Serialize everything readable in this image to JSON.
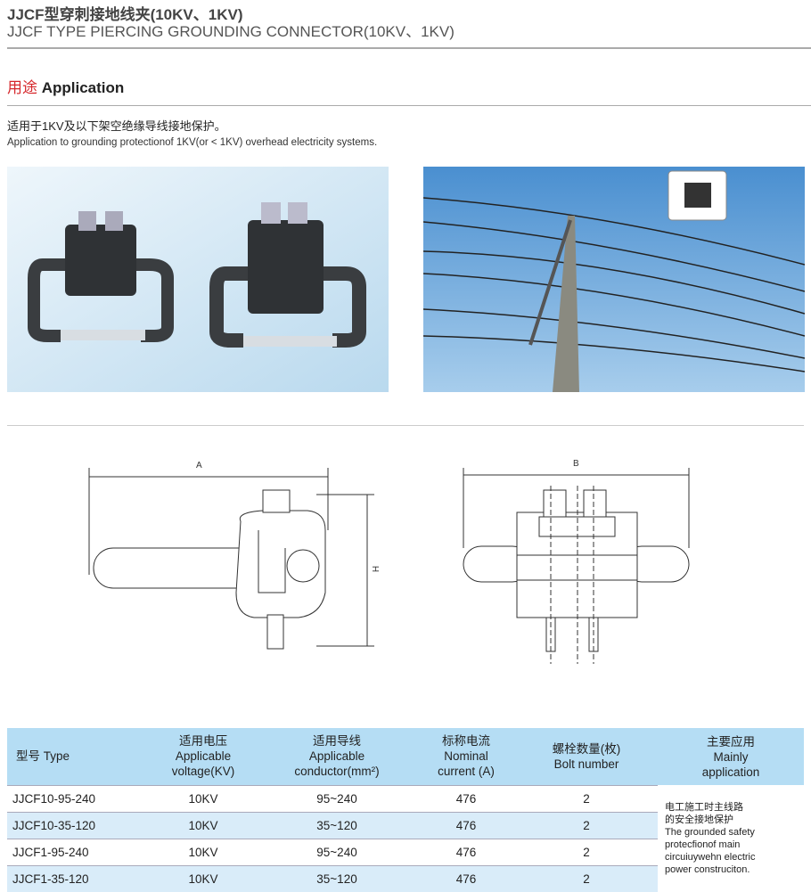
{
  "title": {
    "cn": "JJCF型穿刺接地线夹(10KV、1KV)",
    "en": "JJCF TYPE PIERCING GROUNDING CONNECTOR(10KV、1KV)"
  },
  "section": {
    "cn": "用途",
    "en": "Application"
  },
  "desc": {
    "cn": "适用于1KV及以下架空绝缘导线接地保护。",
    "en": "Application to grounding protectionof 1KV(or < 1KV) overhead electricity systems."
  },
  "diagram": {
    "dim_a": "A",
    "dim_h": "H",
    "dim_b": "B"
  },
  "table": {
    "headers": [
      [
        "型号 Type"
      ],
      [
        "适用电压",
        "Applicable",
        "voltage(KV)"
      ],
      [
        "适用导线",
        "Applicable",
        "conductor(mm²)"
      ],
      [
        "标称电流",
        "Nominal",
        "current (A)"
      ],
      [
        "螺栓数量(枚)",
        "Bolt number"
      ],
      [
        "主要应用",
        "Mainly",
        "application"
      ]
    ],
    "rows": [
      [
        "JJCF10-95-240",
        "10KV",
        "95~240",
        "476",
        "2"
      ],
      [
        "JJCF10-35-120",
        "10KV",
        "35~120",
        "476",
        "2"
      ],
      [
        "JJCF1-95-240",
        "10KV",
        "95~240",
        "476",
        "2"
      ],
      [
        "JJCF1-35-120",
        "10KV",
        "35~120",
        "476",
        "2"
      ]
    ],
    "application": [
      "电工施工时主线路",
      "的安全接地保护",
      "The grounded safety",
      "protecfionof main",
      "circuiuywehn electric",
      "power construciton."
    ]
  }
}
